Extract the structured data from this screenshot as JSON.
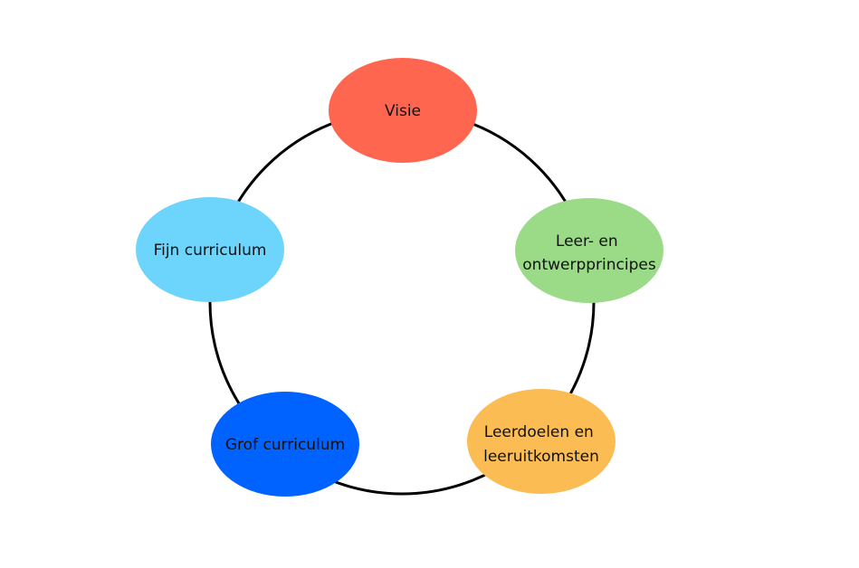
{
  "diagram": {
    "nodes": [
      {
        "id": "visie",
        "lines": [
          "Visie"
        ],
        "color": "#FF6650"
      },
      {
        "id": "leer-en-ontwerpprincipes",
        "lines": [
          "Leer- en",
          "ontwerpprincipes"
        ],
        "color": "#9BDB88"
      },
      {
        "id": "leerdoelen-en-leeruitkomsten",
        "lines": [
          "Leerdoelen en",
          "leeruitkomsten"
        ],
        "color": "#FCBC54"
      },
      {
        "id": "grof-curriculum",
        "lines": [
          "Grof curriculum"
        ],
        "color": "#0062FF"
      },
      {
        "id": "fijn-curriculum",
        "lines": [
          "Fijn curriculum"
        ],
        "color": "#6DD4FB"
      }
    ],
    "cycle_color": "#000000"
  }
}
